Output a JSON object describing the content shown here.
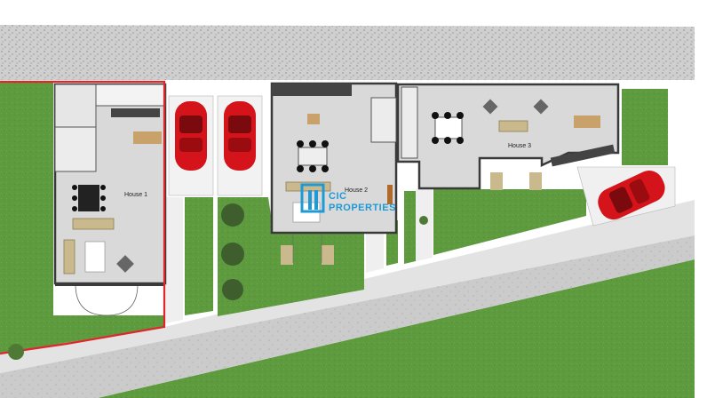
{
  "plan": {
    "houses": [
      {
        "label": "House 1"
      },
      {
        "label": "House 2"
      },
      {
        "label": "House 3"
      }
    ]
  },
  "watermark": {
    "line1": "CIC",
    "line2": "PROPERTIES",
    "color": "#1e9bd6"
  },
  "colors": {
    "lawn": "#5e9a3e",
    "lawn_light": "#78b350",
    "floor": "#d8d8d8",
    "wall": "#3a3a3a",
    "gravel": "#c9c9c9",
    "pavement": "#c8c8c8",
    "boundary": "#e0262a",
    "car": "#d4141a"
  },
  "icons": [
    "car-icon",
    "tree-icon",
    "table-icon",
    "sofa-icon",
    "logo-icon"
  ]
}
